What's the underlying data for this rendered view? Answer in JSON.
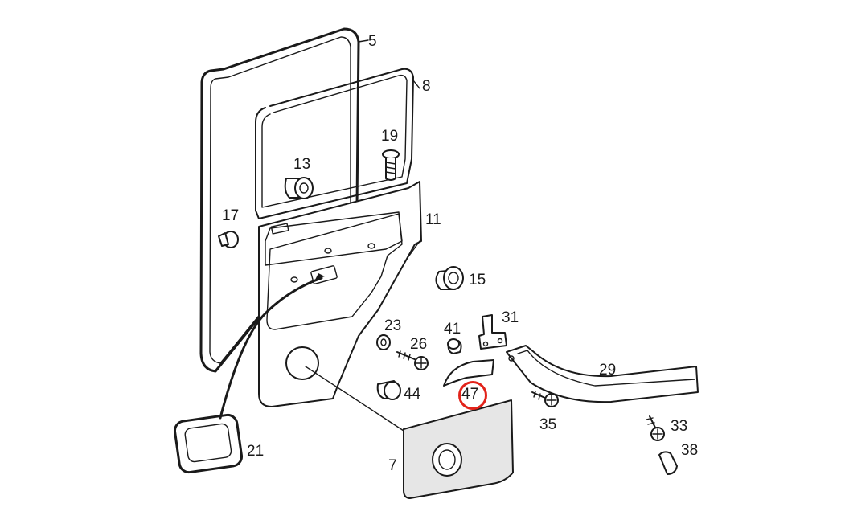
{
  "highlight": {
    "part": "47",
    "color": "#e2231a"
  },
  "colors": {
    "line": "#1a1a1a",
    "background": "#ffffff"
  },
  "callouts": [
    {
      "id": "p5",
      "text": "5"
    },
    {
      "id": "p8",
      "text": "8"
    },
    {
      "id": "p19",
      "text": "19"
    },
    {
      "id": "p13",
      "text": "13"
    },
    {
      "id": "p17",
      "text": "17"
    },
    {
      "id": "p11",
      "text": "11"
    },
    {
      "id": "p15",
      "text": "15"
    },
    {
      "id": "p31",
      "text": "31"
    },
    {
      "id": "p23",
      "text": "23"
    },
    {
      "id": "p41",
      "text": "41"
    },
    {
      "id": "p26",
      "text": "26"
    },
    {
      "id": "p29",
      "text": "29"
    },
    {
      "id": "p44",
      "text": "44"
    },
    {
      "id": "p47",
      "text": "47"
    },
    {
      "id": "p35",
      "text": "35"
    },
    {
      "id": "p33",
      "text": "33"
    },
    {
      "id": "p21",
      "text": "21"
    },
    {
      "id": "p38",
      "text": "38"
    },
    {
      "id": "p7",
      "text": "7"
    }
  ]
}
